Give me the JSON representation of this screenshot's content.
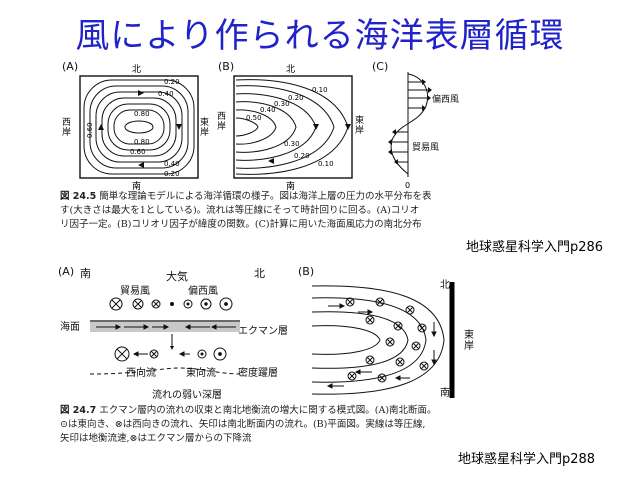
{
  "slide": {
    "title": "風により作られる海洋表層循環"
  },
  "figure_24_5": {
    "panel_a_label": "(A)",
    "panel_b_label": "(B)",
    "panel_c_label": "(C)",
    "north": "北",
    "south": "南",
    "west_coast": "西岸",
    "east_coast": "東岸",
    "westerlies": "偏西風",
    "trades": "貿易風",
    "zero": "0",
    "contours_a": [
      "0.20",
      "0.40",
      "0.60",
      "0.80",
      "0.80",
      "0.60",
      "0.40",
      "0.20"
    ],
    "contours_b": [
      "0.10",
      "0.20",
      "0.30",
      "0.40",
      "0.50",
      "0.10",
      "0.30",
      "0.20"
    ],
    "caption_num": "図 24.5",
    "caption_line1": "簡単な理論モデルによる海洋循環の様子。図は海洋上層の圧力の水平分布を表",
    "caption_line2": "す(大きさは最大を1としている)。流れは等圧線にそって時計回りに回る。(A)コリオ",
    "caption_line3": "リ因子一定。(B)コリオリ因子が緯度の関数。(C)計算に用いた海面風応力の南北分布",
    "reference": "地球惑星科学入門p286"
  },
  "figure_24_7": {
    "panel_a_label": "(A)",
    "panel_b_label": "(B)",
    "south": "南",
    "north": "北",
    "atmosphere": "大気",
    "trades": "貿易風",
    "westerlies": "偏西風",
    "sea_surface": "海面",
    "ekman_layer": "エクマン層",
    "westward_flow": "西向流",
    "eastward_flow": "東向流",
    "density_layer": "密度躍層",
    "weak_deep_layer": "流れの弱い深層",
    "north_b": "北",
    "south_b": "南",
    "east_coast_b": "東岸",
    "caption_num": "図 24.7",
    "caption_line1": "エクマン層内の流れの収束と南北地衡流の増大に関する模式図。(A)南北断面。",
    "caption_line2": "⊙は東向き、⊗は西向きの流れ、矢印は南北断面内の流れ。(B)平面図。実線は等圧線,",
    "caption_line3": "矢印は地衡流速,⊗はエクマン層からの下降流",
    "reference": "地球惑星科学入門p288"
  },
  "colors": {
    "title": "#1f23c8",
    "ink": "#111111",
    "ekman_band": "#c8c8c8"
  }
}
